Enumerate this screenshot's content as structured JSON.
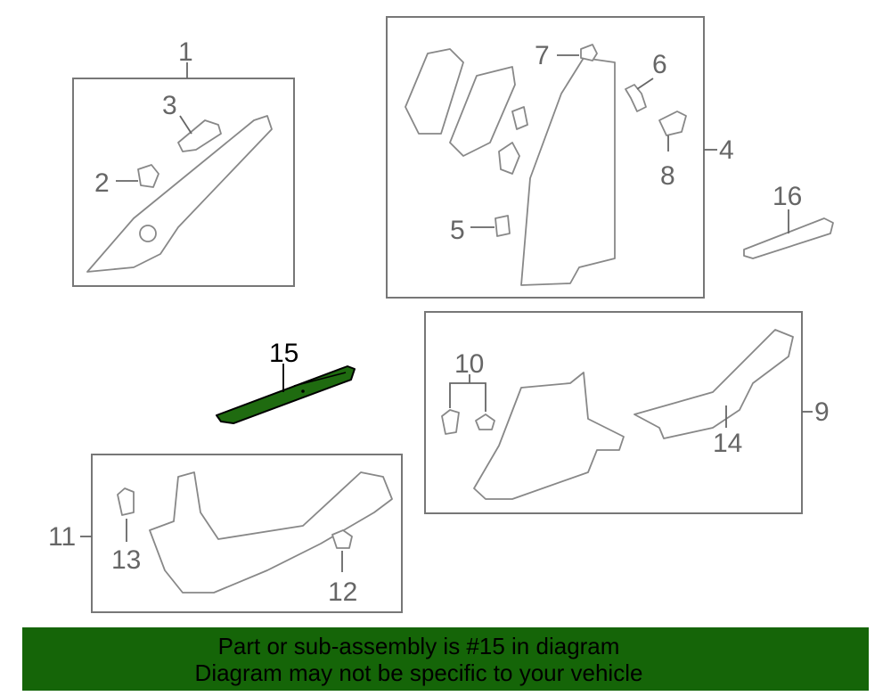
{
  "diagram": {
    "callouts": [
      "1",
      "2",
      "3",
      "4",
      "5",
      "6",
      "7",
      "8",
      "9",
      "10",
      "11",
      "12",
      "13",
      "14",
      "15",
      "16"
    ],
    "highlighted_part": "15",
    "highlight_color": "#1f6b10"
  },
  "banner": {
    "line1": "Part or sub-assembly is #15 in diagram",
    "line2": "Diagram may not be specific to your vehicle",
    "color": "#156508"
  }
}
